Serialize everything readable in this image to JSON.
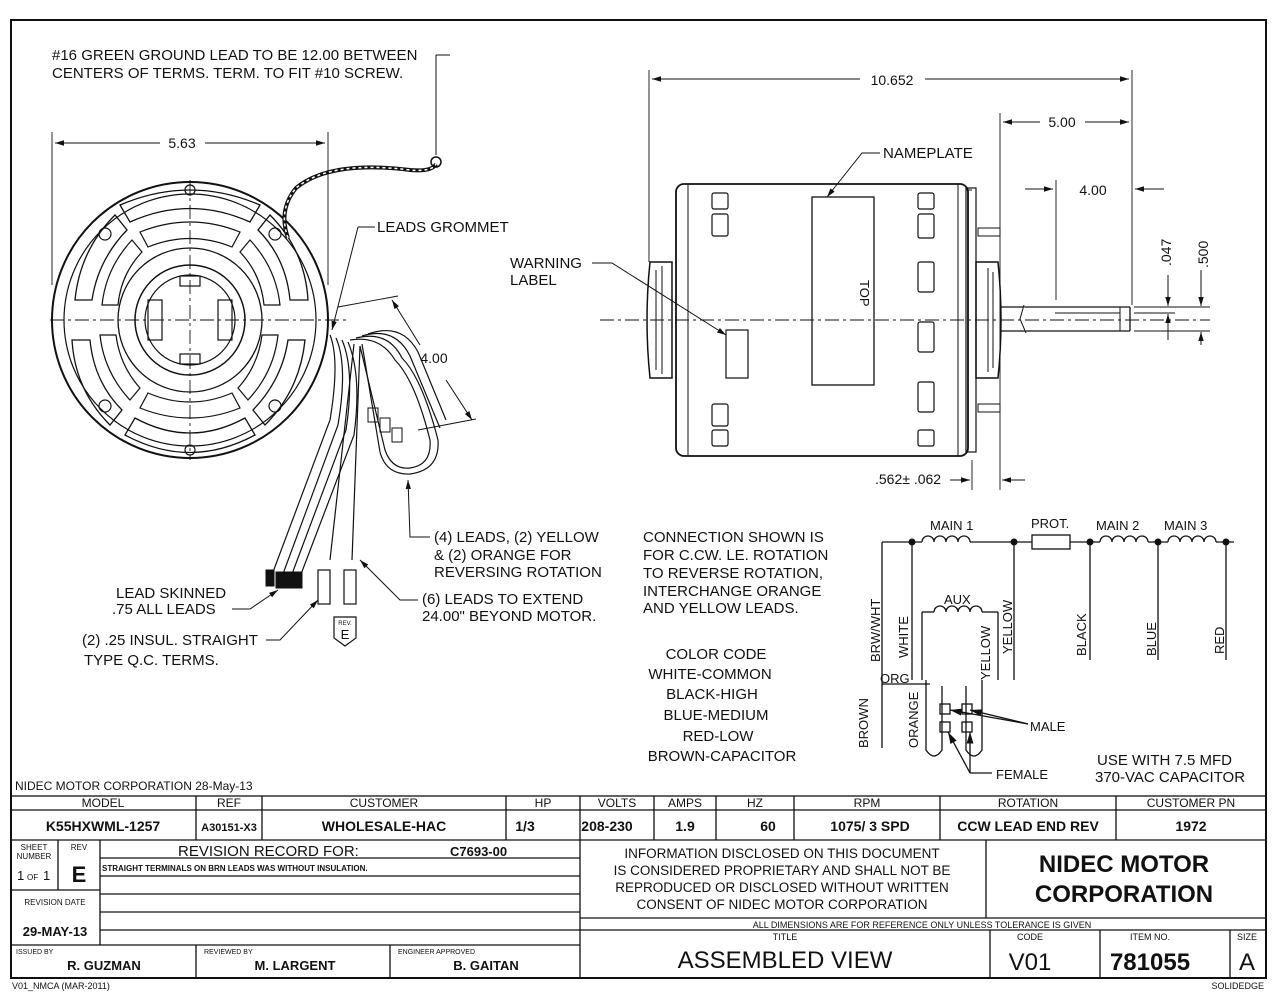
{
  "notes": {
    "ground_lead_1": "#16 GREEN GROUND LEAD TO BE 12.00 BETWEEN",
    "ground_lead_2": "CENTERS OF TERMS.  TERM. TO FIT #10 SCREW.",
    "leads_grommet": "LEADS GROMMET",
    "four_leads_1": "(4) LEADS, (2) YELLOW",
    "four_leads_2": "& (2) ORANGE FOR",
    "four_leads_3": "REVERSING ROTATION",
    "six_leads_1": "(6) LEADS TO EXTEND",
    "six_leads_2": "24.00\" BEYOND MOTOR.",
    "skinned_1": "LEAD SKINNED",
    "skinned_2": ".75  ALL LEADS",
    "insul_1": "(2) .25 INSUL. STRAIGHT",
    "insul_2": "TYPE Q.C. TERMS.",
    "rev_tag_label": "REV.",
    "rev_tag_value": "E",
    "warning_1": "WARNING",
    "warning_2": "LABEL",
    "nameplate": "NAMEPLATE",
    "top": "TOP",
    "connection_1": "CONNECTION SHOWN IS",
    "connection_2": "FOR C.CW. LE. ROTATION",
    "connection_3": "TO REVERSE ROTATION,",
    "connection_4": "INTERCHANGE ORANGE",
    "connection_5": "AND YELLOW LEADS.",
    "capacitor_1": "USE WITH 7.5 MFD",
    "capacitor_2": "370-VAC CAPACITOR",
    "corp_date": "NIDEC MOTOR CORPORATION 28-May-13"
  },
  "dimensions": {
    "d563": "5.63",
    "d400_side": "4.00",
    "d10652": "10.652",
    "d500": "5.00",
    "d400_shaft": "4.00",
    "d047": ".047",
    "d0500": ".500",
    "d562": ".562± .062"
  },
  "color_code": {
    "title": "COLOR CODE",
    "items": [
      "WHITE-COMMON",
      "BLACK-HIGH",
      "BLUE-MEDIUM",
      "RED-LOW",
      "BROWN-CAPACITOR"
    ]
  },
  "schematic": {
    "main1": "MAIN 1",
    "prot": "PROT.",
    "main2": "MAIN 2",
    "main3": "MAIN 3",
    "aux": "AUX",
    "brw_wht": "BRW/WHT",
    "white": "WHITE",
    "yellow_1": "YELLOW",
    "yellow_2": "YELLOW",
    "black": "BLACK",
    "blue": "BLUE",
    "red": "RED",
    "org": "ORG",
    "brown": "BROWN",
    "orange": "ORANGE",
    "male": "MALE",
    "female": "FEMALE"
  },
  "title_block": {
    "headers": {
      "model": "MODEL",
      "ref": "REF",
      "customer": "CUSTOMER",
      "hp": "HP",
      "volts": "VOLTS",
      "amps": "AMPS",
      "hz": "HZ",
      "rpm": "RPM",
      "rotation": "ROTATION",
      "customer_pn": "CUSTOMER PN"
    },
    "values": {
      "model": "K55HXWML-1257",
      "ref": "A30151-X3",
      "customer": "WHOLESALE-HAC",
      "hp": "1/3",
      "volts": "208-230",
      "amps": "1.9",
      "hz": "60",
      "rpm": "1075/ 3 SPD",
      "rotation": "CCW LEAD END REV",
      "customer_pn": "1972"
    },
    "sheet_label_1": "SHEET",
    "sheet_label_2": "NUMBER",
    "sheet_of_a": "1",
    "sheet_of_word": "OF",
    "sheet_of_b": "1",
    "rev_label": "REV",
    "rev_value": "E",
    "revision_date_label": "REVISION DATE",
    "revision_date": "29-MAY-13",
    "revision_record_label": "REVISION RECORD FOR:",
    "revision_record_code": "C7693-00",
    "revision_note": "STRAIGHT TERMINALS ON BRN LEADS WAS WITHOUT INSULATION.",
    "info_1": "INFORMATION DISCLOSED ON THIS DOCUMENT",
    "info_2": "IS CONSIDERED PROPRIETARY AND SHALL NOT BE",
    "info_3": "REPRODUCED OR DISCLOSED WITHOUT WRITTEN",
    "info_4": "CONSENT OF NIDEC MOTOR CORPORATION",
    "company_1": "NIDEC MOTOR",
    "company_2": "CORPORATION",
    "dims_note": "ALL DIMENSIONS ARE FOR REFERENCE ONLY UNLESS TOLERANCE IS GIVEN",
    "issued_by_label": "ISSUED BY",
    "issued_by": "R. GUZMAN",
    "reviewed_by_label": "REVIEWED BY",
    "reviewed_by": "M. LARGENT",
    "engineer_label": "ENGINEER APPROVED",
    "engineer": "B. GAITAN",
    "title_label": "TITLE",
    "title": "ASSEMBLED VIEW",
    "code_label": "CODE",
    "code": "V01",
    "item_label": "ITEM NO.",
    "item": "781055",
    "size_label": "SIZE",
    "size": "A",
    "form_id": "V01_NMCA (MAR-2011)",
    "software": "SOLIDEDGE"
  }
}
